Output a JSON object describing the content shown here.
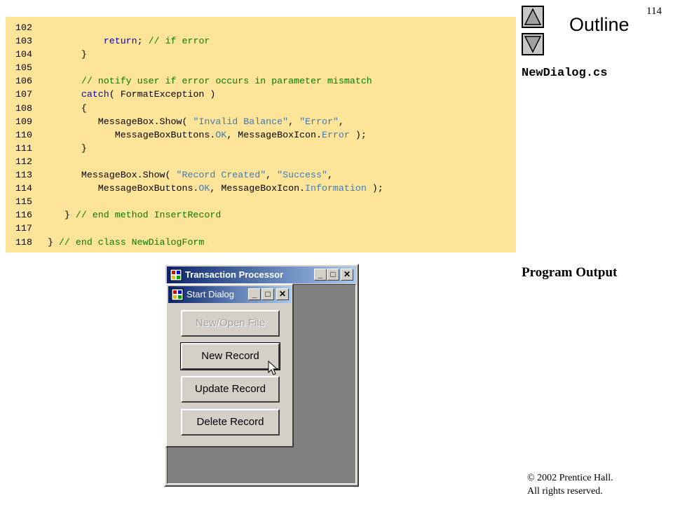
{
  "slide": {
    "page_number": "114",
    "outline_title": "Outline",
    "file_name": "NewDialog.cs",
    "program_output_label": "Program Output",
    "copyright_line1": "© 2002 Prentice Hall.",
    "copyright_line2": "All rights reserved."
  },
  "code": [
    {
      "num": "102",
      "html": ""
    },
    {
      "num": "103",
      "html": "            <span class=\"kw\">return</span>; <span class=\"cm\">// if error</span>"
    },
    {
      "num": "104",
      "html": "        }"
    },
    {
      "num": "105",
      "html": ""
    },
    {
      "num": "106",
      "html": "        <span class=\"cm\">// notify user if error occurs in parameter mismatch</span>"
    },
    {
      "num": "107",
      "html": "        <span class=\"kw\">catch</span>( FormatException )"
    },
    {
      "num": "108",
      "html": "        {"
    },
    {
      "num": "109",
      "html": "           MessageBox.Show( <span class=\"st\">\"Invalid Balance\"</span>, <span class=\"st\">\"Error\"</span>,"
    },
    {
      "num": "110",
      "html": "              MessageBoxButtons.<span class=\"en\">OK</span>, MessageBoxIcon.<span class=\"en\">Error</span> );"
    },
    {
      "num": "111",
      "html": "        }"
    },
    {
      "num": "112",
      "html": ""
    },
    {
      "num": "113",
      "html": "        MessageBox.Show( <span class=\"st\">\"Record Created\"</span>, <span class=\"st\">\"Success\"</span>,"
    },
    {
      "num": "114",
      "html": "           MessageBoxButtons.<span class=\"en\">OK</span>, MessageBoxIcon.<span class=\"en\">Information</span> );"
    },
    {
      "num": "115",
      "html": ""
    },
    {
      "num": "116",
      "html": "     } <span class=\"cm\">// end method InsertRecord</span>"
    },
    {
      "num": "117",
      "html": ""
    },
    {
      "num": "118",
      "html": "  } <span class=\"cm\">// end class NewDialogForm</span>"
    }
  ],
  "outer_window": {
    "title": "Transaction Processor",
    "minimize": "_",
    "maximize": "□",
    "close": "✕"
  },
  "child_window": {
    "title": "Start Dialog",
    "minimize": "_",
    "maximize": "□",
    "close": "✕",
    "buttons": [
      {
        "label": "New/Open File",
        "state": "disabled"
      },
      {
        "label": "New Record",
        "state": "focused"
      },
      {
        "label": "Update Record",
        "state": "normal"
      },
      {
        "label": "Delete Record",
        "state": "normal"
      }
    ]
  },
  "colors": {
    "code_background": "#fde499",
    "keyword": "#0000cc",
    "comment": "#008000",
    "string": "#3a7bbf",
    "window_face": "#d4d0c8",
    "titlebar_active": "#0a246a",
    "mdi_background": "#808080"
  },
  "icons": {
    "nav_up": "triangle-up-icon",
    "nav_down": "triangle-down-icon",
    "app": "window-app-icon",
    "cursor": "mouse-pointer-icon"
  }
}
